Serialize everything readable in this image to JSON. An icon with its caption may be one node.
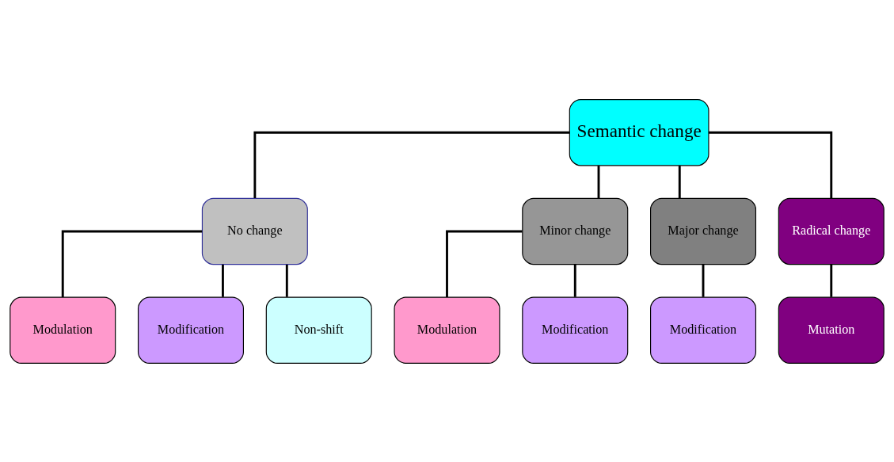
{
  "diagram": {
    "nodes": [
      {
        "text": [
          "Semantic change"
        ]
      },
      {
        "text": [
          "No change"
        ]
      },
      {
        "text": [
          "Minor change"
        ]
      },
      {
        "text": [
          "Major change"
        ]
      },
      {
        "text": [
          "Radical change"
        ]
      },
      {
        "text": [
          "Modulation"
        ]
      },
      {
        "text": [
          "Modification"
        ]
      },
      {
        "text": [
          "Non-shift"
        ]
      },
      {
        "text": [
          "Modulation"
        ]
      },
      {
        "text": [
          "Modification"
        ]
      },
      {
        "text": [
          "Modification"
        ]
      },
      {
        "text": [
          "Mutation"
        ]
      }
    ],
    "edges": [
      {
        "from": 0,
        "to": 1,
        "arrow": "none"
      },
      {
        "from": 0,
        "to": 2,
        "arrow": "none"
      },
      {
        "from": 0,
        "to": 3,
        "arrow": "none"
      },
      {
        "from": 0,
        "to": 4,
        "arrow": "none"
      },
      {
        "from": 1,
        "to": 5,
        "arrow": "none"
      },
      {
        "from": 1,
        "to": 6,
        "arrow": "none"
      },
      {
        "from": 1,
        "to": 7,
        "arrow": "none"
      },
      {
        "from": 2,
        "to": 8,
        "arrow": "none"
      },
      {
        "from": 2,
        "to": 9,
        "arrow": "none"
      },
      {
        "from": 3,
        "to": 10,
        "arrow": "none"
      },
      {
        "from": 4,
        "to": 11,
        "arrow": "none"
      }
    ]
  }
}
